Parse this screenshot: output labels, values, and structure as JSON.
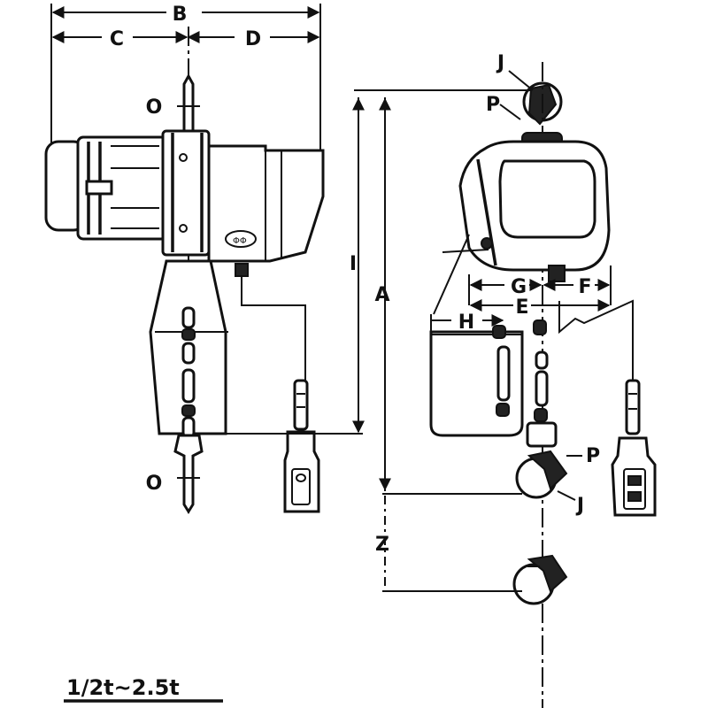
{
  "labels": {
    "A": "A",
    "B": "B",
    "C": "C",
    "D": "D",
    "E": "E",
    "F": "F",
    "G": "G",
    "H": "H",
    "I": "I",
    "J_top": "J",
    "J_bottom": "J",
    "P_top": "P",
    "P_bottom": "P",
    "O_top": "O",
    "O_bottom": "O",
    "Z": "Z"
  },
  "caption": "1/2t~2.5t"
}
